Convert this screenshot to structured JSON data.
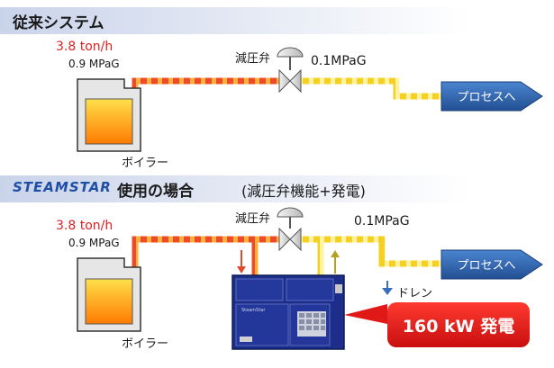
{
  "sections": {
    "conventional": {
      "title": "従来システム",
      "steam_rate": "3.8 ton/h",
      "boiler_pressure": "0.9 MPaG",
      "valve_label": "減圧弁",
      "outlet_pressure": "0.1MPaG",
      "process_label": "プロセスへ",
      "boiler_label": "ボイラー"
    },
    "steamstar": {
      "logo_text": "STEAMSTAR",
      "title": "使用の場合",
      "subtitle": "(減圧弁機能+発電)",
      "steam_rate": "3.8 ton/h",
      "boiler_pressure": "0.9 MPaG",
      "valve_label": "減圧弁",
      "outlet_pressure": "0.1MPaG",
      "process_label": "プロセスへ",
      "boiler_label": "ボイラー",
      "drain_label": "ドレン",
      "generator_brand": "SteamStar",
      "power_output": "160 kW 発電"
    }
  },
  "colors": {
    "high_pressure_pipe": "#f05a28",
    "low_pressure_pipe": "#f5d020",
    "process_arrow": "#2f66b3",
    "boiler_fill": "#ffb400",
    "generator_body": "#1c2e8a",
    "power_badge": "#e01818"
  }
}
